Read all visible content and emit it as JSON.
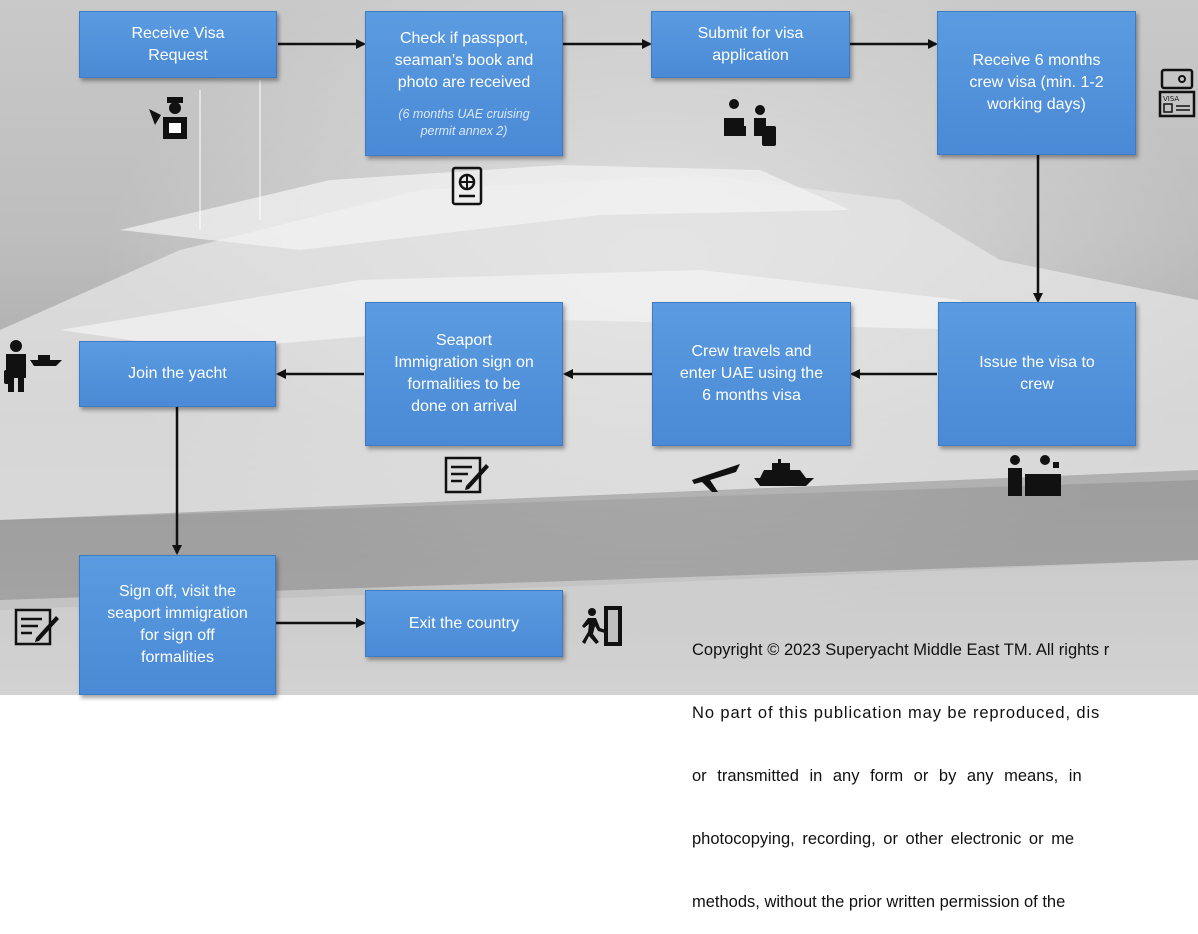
{
  "steps": {
    "receive_request": "Receive Visa\nRequest",
    "check_docs": "Check if passport,\nseaman’s book and\nphoto are received",
    "check_docs_note": "(6 months UAE cruising\npermit annex 2)",
    "submit": "Submit for visa\napplication",
    "receive_visa": "Receive 6 months\ncrew visa (min. 1-2\nworking days)",
    "issue": "Issue the visa to\ncrew",
    "travel": "Crew travels and\nenter UAE using the\n6 months visa",
    "seaport": "Seaport\nImmigration sign on\nformalities to be\ndone on arrival",
    "join": "Join the yacht",
    "sign_off": "Sign off, visit the\nseaport immigration\nfor sign off\nformalities",
    "exit": "Exit the country"
  },
  "icons": {
    "officer": "immigration-officer-icon",
    "passport": "passport-icon",
    "counter": "check-in-counter-icon",
    "visa": "visa-document-icon",
    "desk": "reception-desk-icon",
    "plane": "airplane-icon",
    "ship": "ship-icon",
    "form": "form-edit-icon",
    "crew": "crew-member-icon",
    "exit": "emergency-exit-icon"
  },
  "copyright": {
    "line1": "Copyright © 2023 Superyacht Middle East TM. All rights r",
    "line2": "No part of this publication may be reproduced, dis",
    "line3": "or transmitted in any form or by any means, in",
    "line4": "photocopying, recording, or other electronic or me",
    "line5": "methods, without the prior written permission of the"
  },
  "colors": {
    "box": "#4a8ad6",
    "arrow": "#111111"
  }
}
